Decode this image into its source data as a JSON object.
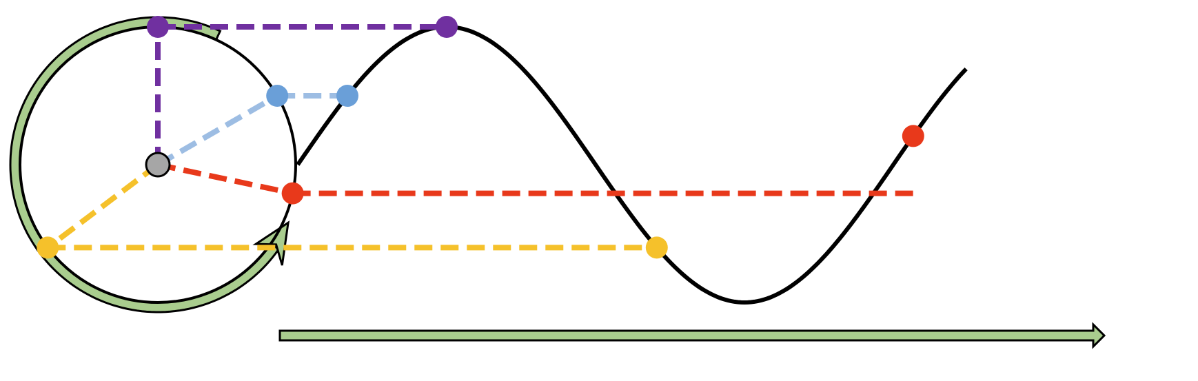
{
  "colors": {
    "background": "#ffffff",
    "outline": "#000000",
    "ring_fill": "#a9cd8e",
    "purple": "#7030a0",
    "light_blue": "#9dbde3",
    "blue_dot": "#6a9fd8",
    "red": "#e8391b",
    "yellow": "#f5c12b",
    "center_fill": "#a6a6a6"
  },
  "icons": {
    "rotation": "curved-arrow-icon",
    "time_axis": "right-arrow-icon"
  },
  "markers": [
    {
      "name": "purple",
      "angle_deg": 90,
      "curve_phase_deg": 90
    },
    {
      "name": "light-blue",
      "angle_deg": 30,
      "curve_phase_deg": 30
    },
    {
      "name": "red",
      "angle_deg": -12,
      "curve_phase_deg": 372
    },
    {
      "name": "yellow",
      "angle_deg": 217,
      "curve_phase_deg": 217
    }
  ]
}
